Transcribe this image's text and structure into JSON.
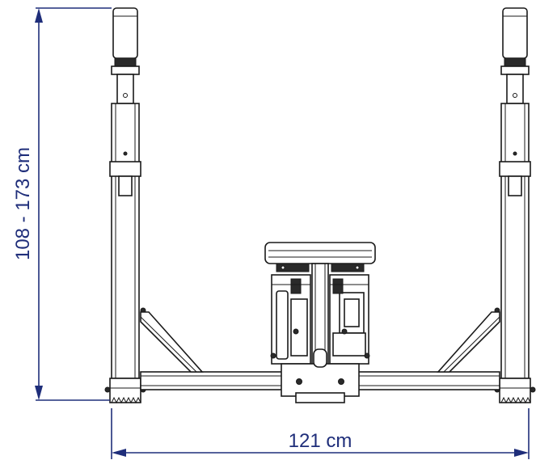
{
  "dimensions": {
    "height_label": "108 - 173 cm",
    "width_label": "121 cm"
  },
  "colors": {
    "dimension": "#1f2e7a",
    "linework": "#1a1a1a",
    "background": "#ffffff"
  },
  "drawing": {
    "subject": "exercise bench frame, front view"
  }
}
